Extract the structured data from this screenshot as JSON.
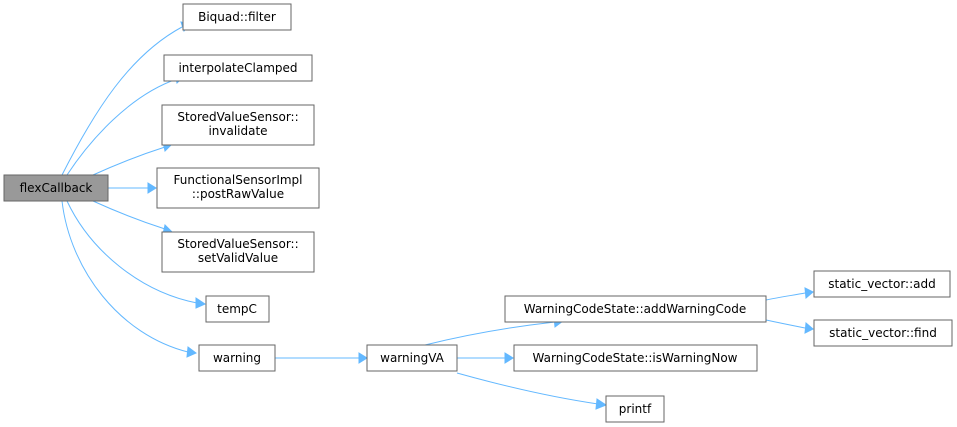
{
  "colors": {
    "edge": "#63b8ff",
    "root_fill": "#999999",
    "node_border": "#666666"
  },
  "nodes": {
    "flexCallback": {
      "lines": [
        "flexCallback"
      ]
    },
    "biquad": {
      "lines": [
        "Biquad::filter"
      ]
    },
    "interpolate": {
      "lines": [
        "interpolateClamped"
      ]
    },
    "invalidate": {
      "lines": [
        "StoredValueSensor::",
        "invalidate"
      ]
    },
    "postRaw": {
      "lines": [
        "FunctionalSensorImpl",
        "::postRawValue"
      ]
    },
    "setValid": {
      "lines": [
        "StoredValueSensor::",
        "setValidValue"
      ]
    },
    "tempC": {
      "lines": [
        "tempC"
      ]
    },
    "warning": {
      "lines": [
        "warning"
      ]
    },
    "warningVA": {
      "lines": [
        "warningVA"
      ]
    },
    "addWarning": {
      "lines": [
        "WarningCodeState::addWarningCode"
      ]
    },
    "isWarningNow": {
      "lines": [
        "WarningCodeState::isWarningNow"
      ]
    },
    "printf": {
      "lines": [
        "printf"
      ]
    },
    "svAdd": {
      "lines": [
        "static_vector::add"
      ]
    },
    "svFind": {
      "lines": [
        "static_vector::find"
      ]
    }
  }
}
